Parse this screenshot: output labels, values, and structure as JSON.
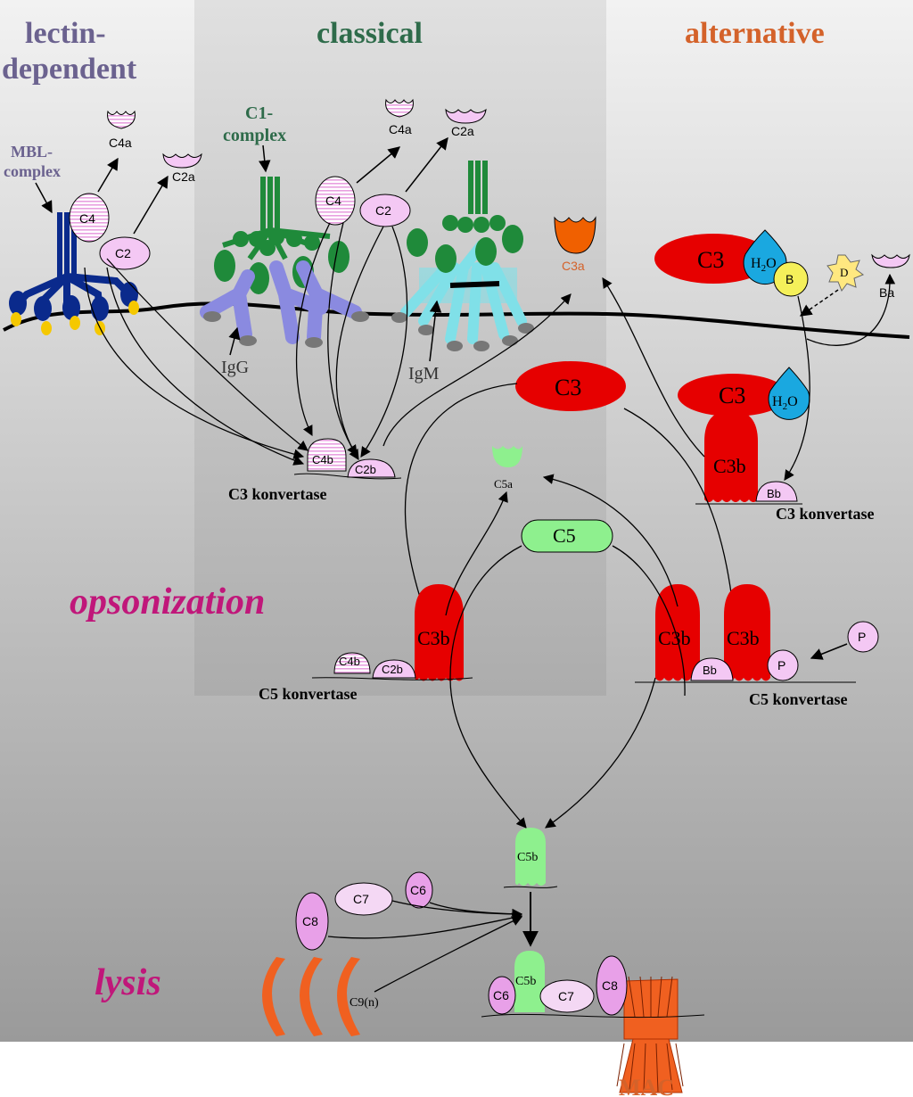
{
  "pathways": {
    "lectin_line1": "lectin-",
    "lectin_line2": "dependent",
    "classical": "classical",
    "alternative": "alternative"
  },
  "labels": {
    "mbl_line1": "MBL-",
    "mbl_line2": "complex",
    "c1_line1": "C1-",
    "c1_line2": "complex",
    "igg": "IgG",
    "igm": "IgM",
    "c3_konvertase_classical": "C3 konvertase",
    "c3_konvertase_alternative": "C3 konvertase",
    "c5_konvertase_classical": "C5 konvertase",
    "c5_konvertase_alternative": "C5 konvertase",
    "opsonization": "opsonization",
    "lysis": "lysis",
    "mac": "MAC"
  },
  "molecules": {
    "c4": "C4",
    "c2": "C2",
    "c4a": "C4a",
    "c2a": "C2a",
    "c3": "C3",
    "c3a": "C3a",
    "c3b": "C3b",
    "c4b": "C4b",
    "c2b": "C2b",
    "c5": "C5",
    "c5a": "C5a",
    "c5b": "C5b",
    "c6": "C6",
    "c7": "C7",
    "c8": "C8",
    "c9n": "C9(n)",
    "b": "B",
    "d": "D",
    "ba": "Ba",
    "bb": "Bb",
    "p": "P",
    "h2o_h": "H",
    "h2o_2": "2",
    "h2o_o": "O"
  },
  "colors": {
    "lectin": "#6b628f",
    "classical": "#2e6b4a",
    "alternative": "#d4622a",
    "emphasis": "#c0177a",
    "c3_red": "#e60000",
    "c5_green": "#8ef08e",
    "c1_green": "#1f8a3a",
    "mbl_blue": "#0a2a8c",
    "igg": "#8a8ae0",
    "igm": "#80e0e8",
    "water": "#1aa8e0",
    "factor_b": "#f5f05a",
    "pink": "#f4c8f4",
    "mac_orange": "#f06020"
  }
}
